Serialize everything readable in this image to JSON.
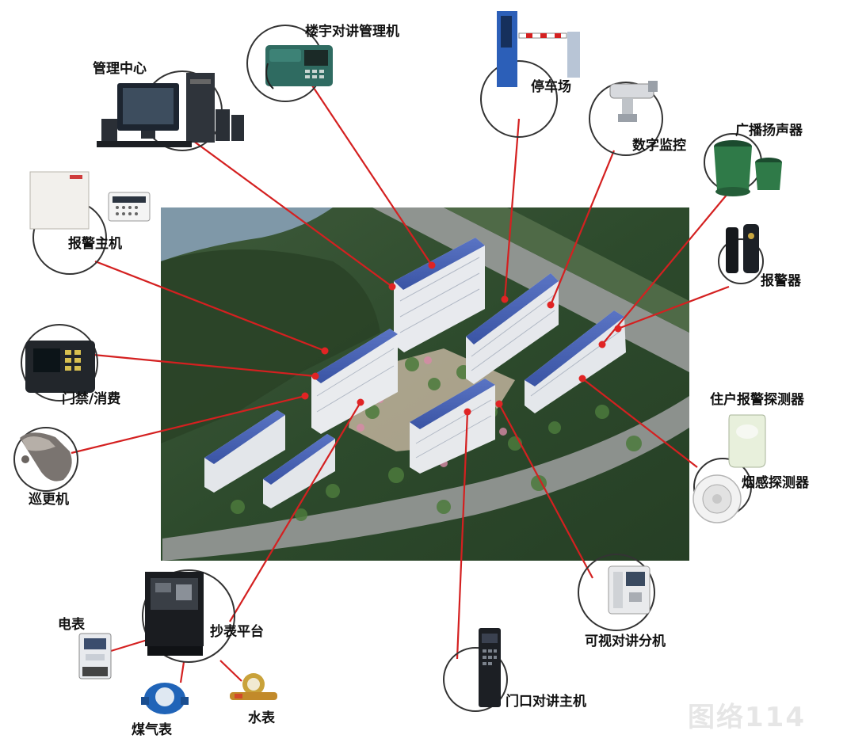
{
  "devices": {
    "management_center": "管理中心",
    "building_intercom_manager": "楼宇对讲管理机",
    "parking": "停车场",
    "digital_monitoring": "数字监控",
    "broadcast_speaker": "广播扬声器",
    "alarm_host": "报警主机",
    "alarm": "报警器",
    "access_control": "门禁/消费",
    "resident_alarm_detector": "住户报警探测器",
    "patrol_device": "巡更机",
    "smoke_detector": "烟感探测器",
    "meter_platform": "抄表平台",
    "electric_meter": "电表",
    "gas_meter": "煤气表",
    "water_meter": "水表",
    "video_intercom_unit": "可视对讲分机",
    "door_intercom_host": "门口对讲主机"
  },
  "watermark": "图络114",
  "colors": {
    "connector": "#d42020",
    "circle": "#333333"
  }
}
